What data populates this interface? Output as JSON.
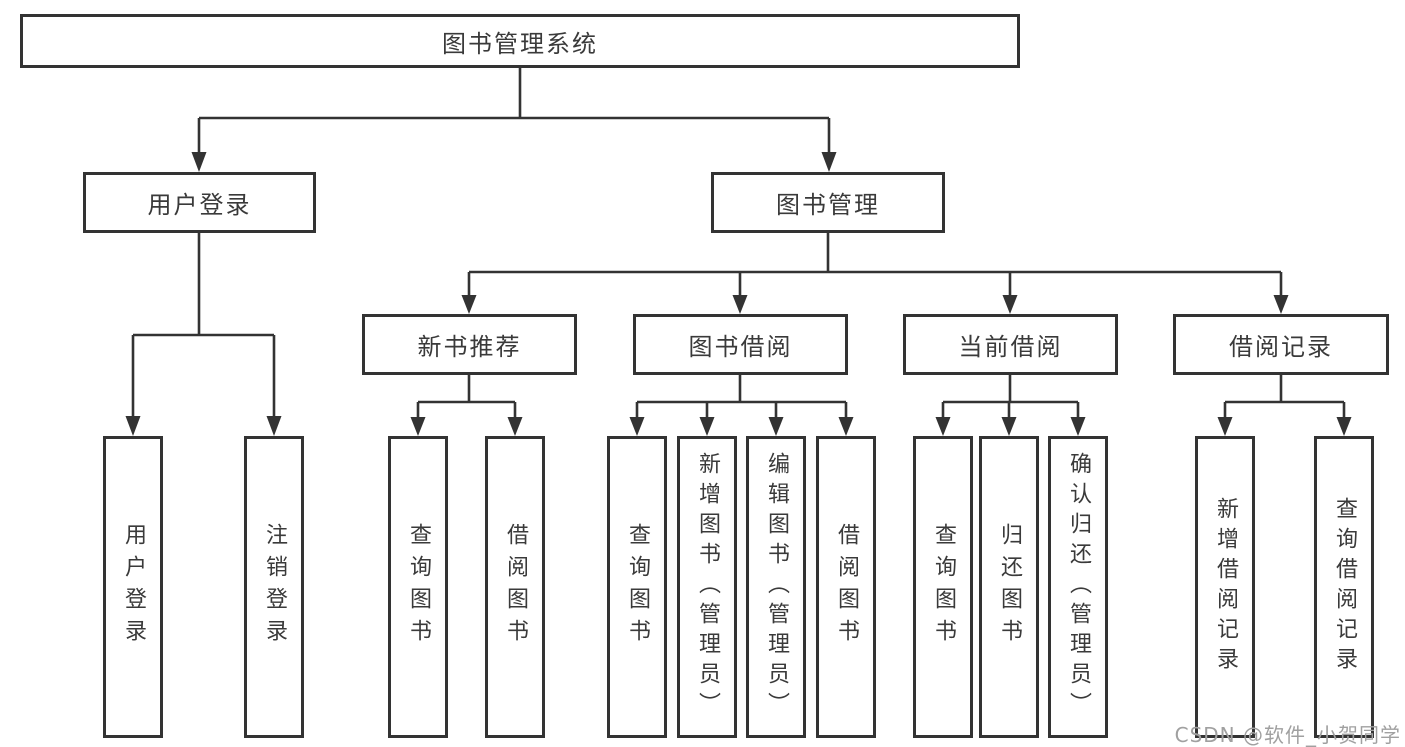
{
  "tree": {
    "root": {
      "label": "图书管理系统"
    },
    "branches": [
      {
        "label": "用户登录",
        "children": [
          {
            "label": "用户登录"
          },
          {
            "label": "注销登录"
          }
        ]
      },
      {
        "label": "图书管理",
        "children": [
          {
            "label": "新书推荐",
            "children": [
              {
                "label": "查询图书"
              },
              {
                "label": "借阅图书"
              }
            ]
          },
          {
            "label": "图书借阅",
            "children": [
              {
                "label": "查询图书"
              },
              {
                "label": "新增图书（管理员）"
              },
              {
                "label": "编辑图书（管理员）"
              },
              {
                "label": "借阅图书"
              }
            ]
          },
          {
            "label": "当前借阅",
            "children": [
              {
                "label": "查询图书"
              },
              {
                "label": "归还图书"
              },
              {
                "label": "确认归还（管理员）"
              }
            ]
          },
          {
            "label": "借阅记录",
            "children": [
              {
                "label": "新增借阅记录"
              },
              {
                "label": "查询借阅记录"
              }
            ]
          }
        ]
      }
    ]
  },
  "watermark": {
    "text": "CSDN @软件_小贺同学"
  },
  "colors": {
    "line": "#333333",
    "border": "#333333",
    "text": "#3a3a3a",
    "watermark": "#a0a0a0",
    "background": "#ffffff"
  }
}
